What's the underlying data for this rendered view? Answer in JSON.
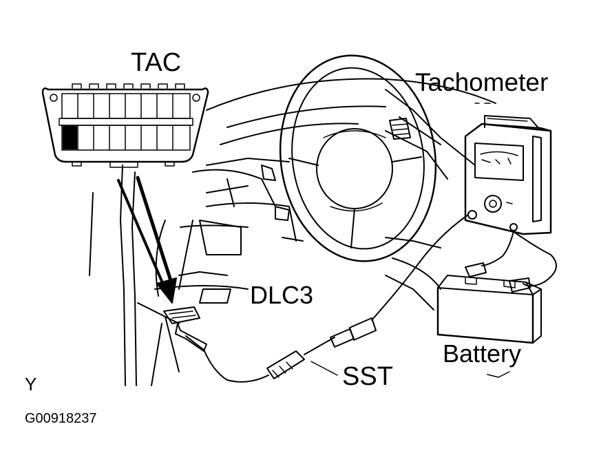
{
  "labels": {
    "tac": "TAC",
    "tachometer": "Tachometer",
    "dlc3": "DLC3",
    "battery": "Battery",
    "sst": "SST",
    "corner_mark": "Y",
    "figure_code": "G00918237"
  },
  "icons": {
    "connector": "dlc3-connector-pinout-icon",
    "tachometer": "tachometer-meter-icon",
    "battery": "battery-icon",
    "steering_wheel": "steering-wheel-icon",
    "pointer_arrow": "arrow-icon"
  },
  "colors": {
    "ink": "#000000",
    "background": "#ffffff"
  }
}
